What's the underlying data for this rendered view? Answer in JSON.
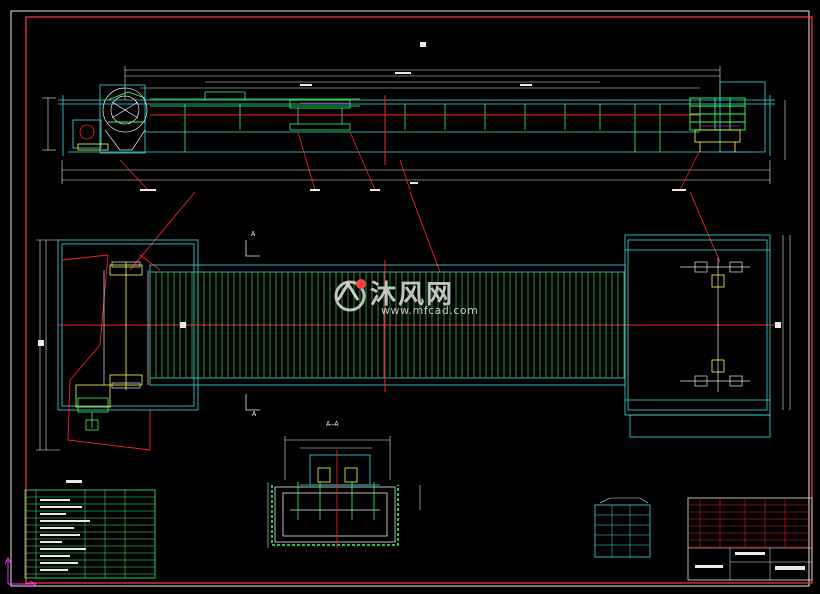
{
  "colors": {
    "background": "#000000",
    "frame": "#ffffff",
    "border": "#ff3b3b",
    "line_cyan": "#33e0e0",
    "line_green": "#33ff66",
    "line_yellow": "#ffff33",
    "line_red": "#ff2222",
    "line_white": "#e8e8e8",
    "line_magenta": "#ff33ff"
  },
  "watermark": {
    "text": "沐风网",
    "url": "www.mfcad.com",
    "icon": "mfcad-logo-icon"
  },
  "section_labels": {
    "section_a_top": "A",
    "section_a_bottom": "A",
    "section_view": "A—A"
  },
  "ucs_icon": "ucs-axis-icon"
}
